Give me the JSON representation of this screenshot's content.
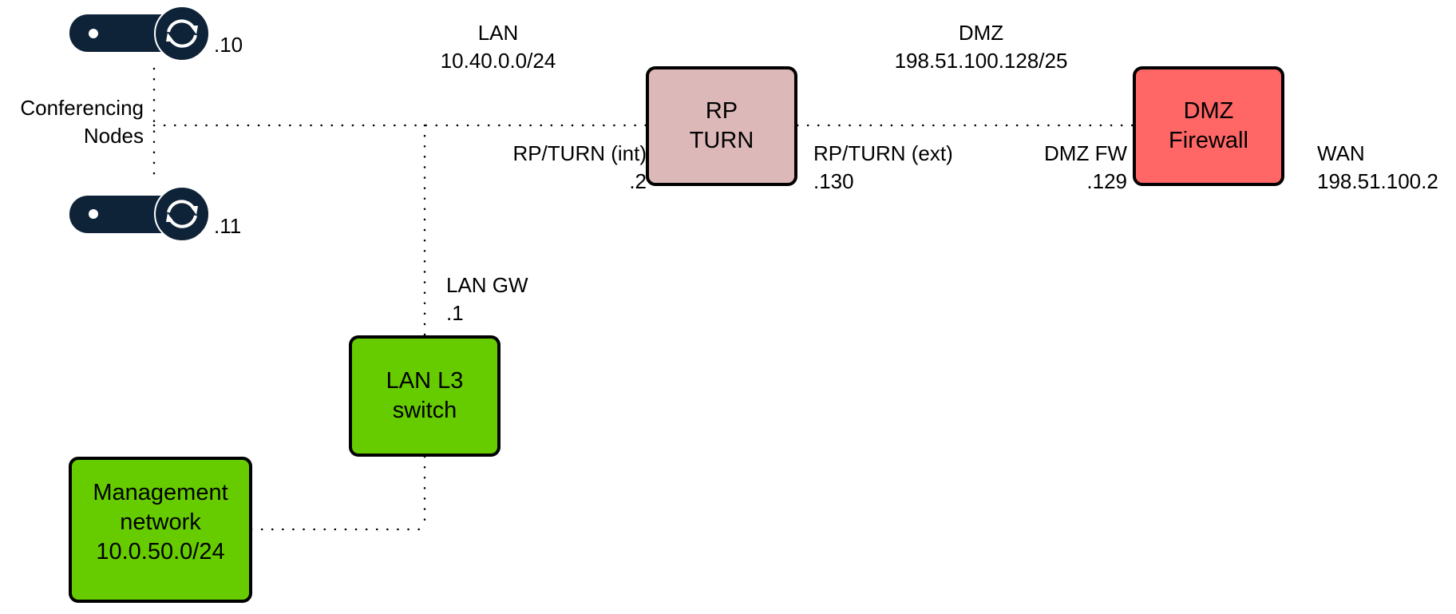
{
  "diagram": {
    "conferencing_nodes": {
      "label_line1": "Conferencing",
      "label_line2": "Nodes",
      "nodes": [
        {
          "suffix": ".10",
          "icon": "conferencing-node-sync-icon"
        },
        {
          "suffix": ".11",
          "icon": "conferencing-node-sync-icon"
        }
      ]
    },
    "networks": {
      "lan": {
        "name": "LAN",
        "subnet": "10.40.0.0/24"
      },
      "dmz": {
        "name": "DMZ",
        "subnet": "198.51.100.128/25"
      }
    },
    "devices": {
      "rp_turn": {
        "line1": "RP",
        "line2": "TURN",
        "color": "#dcb8b8"
      },
      "dmz_firewall": {
        "line1": "DMZ",
        "line2": "Firewall",
        "color": "#ff6666"
      },
      "lan_switch": {
        "line1": "LAN L3",
        "line2": "switch",
        "color": "#66cc00"
      },
      "management": {
        "line1": "Management",
        "line2": "network",
        "line3": "10.0.50.0/24",
        "color": "#66cc00"
      }
    },
    "interfaces": {
      "rp_int": {
        "name": "RP/TURN (int)",
        "addr": ".2"
      },
      "rp_ext": {
        "name": "RP/TURN (ext)",
        "addr": ".130"
      },
      "dmz_fw": {
        "name": "DMZ FW",
        "addr": ".129"
      },
      "wan": {
        "name": "WAN",
        "addr": "198.51.100.2"
      },
      "lan_gw": {
        "name": "LAN GW",
        "addr": ".1"
      }
    },
    "colors": {
      "node_icon": "#0f2338",
      "link": "#000000"
    }
  }
}
